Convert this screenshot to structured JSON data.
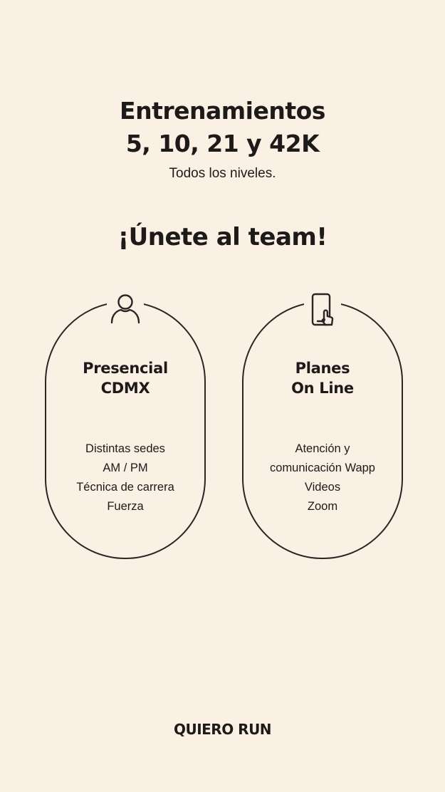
{
  "header": {
    "title_line1": "Entrenamientos",
    "title_line2": "5, 10, 21 y 42K",
    "subtitle": "Todos los niveles."
  },
  "cta": {
    "heading": "¡Únete al team!"
  },
  "cards": [
    {
      "icon": "person-icon",
      "title_line1": "Presencial",
      "title_line2": "CDMX",
      "features": [
        "Distintas sedes",
        "AM / PM",
        "Técnica de carrera",
        "Fuerza"
      ]
    },
    {
      "icon": "smartphone-tap-icon",
      "title_line1": "Planes",
      "title_line2": "On Line",
      "features": [
        "Atención y",
        "comunicación Wapp",
        "Videos",
        "Zoom"
      ]
    }
  ],
  "footer": {
    "link_label": "QUIERO RUN"
  },
  "colors": {
    "background": "#faf0e3",
    "text": "#1e1a1a",
    "outline": "#2a2424"
  }
}
